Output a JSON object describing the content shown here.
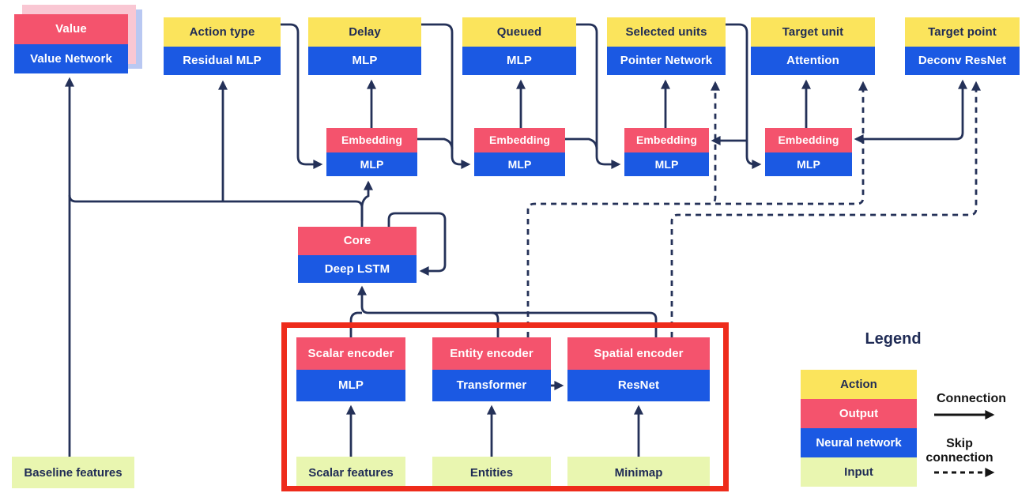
{
  "diagram": {
    "nodes": {
      "value": {
        "top": "Value",
        "bottom": "Value Network"
      },
      "action_type": {
        "top": "Action type",
        "bottom": "Residual MLP"
      },
      "delay": {
        "top": "Delay",
        "bottom": "MLP"
      },
      "queued": {
        "top": "Queued",
        "bottom": "MLP"
      },
      "selected_units": {
        "top": "Selected units",
        "bottom": "Pointer Network"
      },
      "target_unit": {
        "top": "Target unit",
        "bottom": "Attention"
      },
      "target_point": {
        "top": "Target point",
        "bottom": "Deconv ResNet"
      },
      "embedding1": {
        "top": "Embedding",
        "bottom": "MLP"
      },
      "embedding2": {
        "top": "Embedding",
        "bottom": "MLP"
      },
      "embedding3": {
        "top": "Embedding",
        "bottom": "MLP"
      },
      "embedding4": {
        "top": "Embedding",
        "bottom": "MLP"
      },
      "core": {
        "top": "Core",
        "bottom": "Deep LSTM"
      },
      "scalar_encoder": {
        "top": "Scalar encoder",
        "bottom": "MLP"
      },
      "entity_encoder": {
        "top": "Entity encoder",
        "bottom": "Transformer"
      },
      "spatial_encoder": {
        "top": "Spatial encoder",
        "bottom": "ResNet"
      },
      "baseline_features": {
        "label": "Baseline features"
      },
      "scalar_features": {
        "label": "Scalar features"
      },
      "entities": {
        "label": "Entities"
      },
      "minimap": {
        "label": "Minimap"
      }
    },
    "legend": {
      "title": "Legend",
      "items": [
        {
          "label": "Action",
          "color": "#fbe45c",
          "text_color": "#1f2b55"
        },
        {
          "label": "Output",
          "color": "#f4536d",
          "text_color": "#ffffff"
        },
        {
          "label": "Neural network",
          "color": "#1b59e3",
          "text_color": "#ffffff"
        },
        {
          "label": "Input",
          "color": "#e9f6b0",
          "text_color": "#1f2b55"
        }
      ],
      "connection_label": "Connection",
      "skip_label_line1": "Skip",
      "skip_label_line2": "connection"
    },
    "colors": {
      "action": "#fbe45c",
      "output": "#f4536d",
      "neural_network": "#1b59e3",
      "input": "#e9f6b0",
      "wire": "#243158",
      "highlight": "#ee2b1b",
      "ghost_pink": "#f9c7d3",
      "ghost_blue": "#b9c8f2"
    }
  }
}
